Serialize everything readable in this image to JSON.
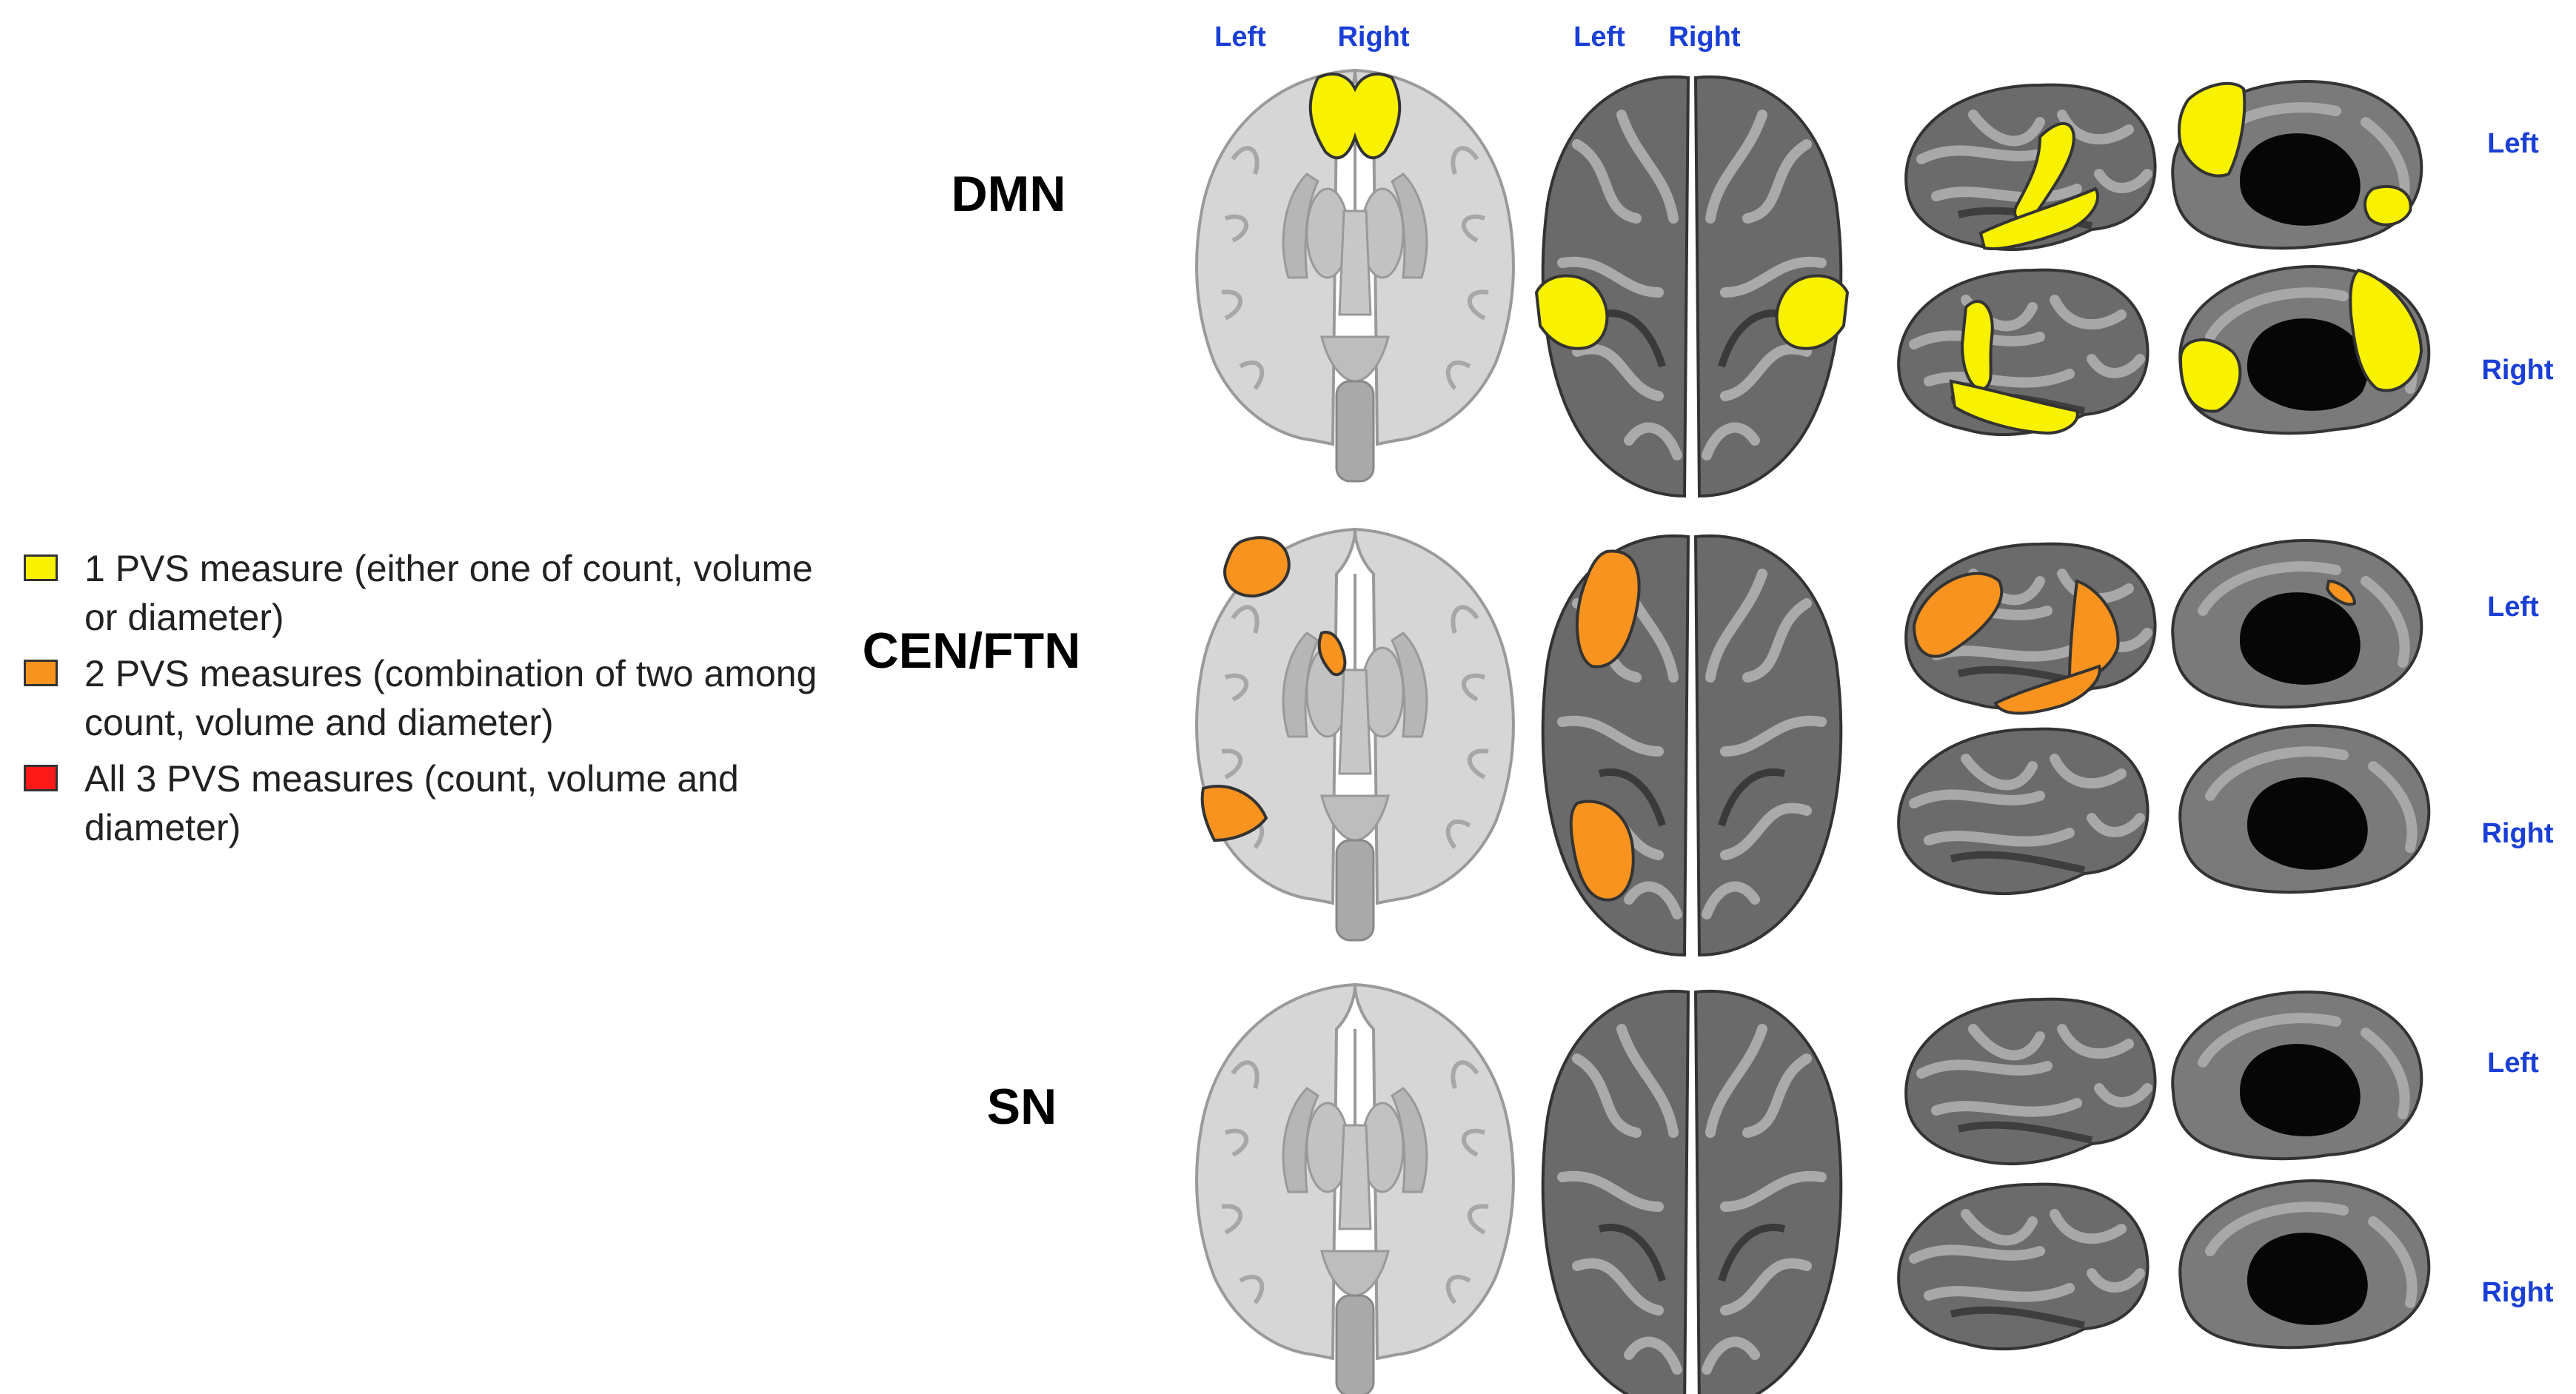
{
  "legend": [
    {
      "label": "1 PVS measure (either one of count, volume or diameter)",
      "color": "#f8f200"
    },
    {
      "label": "2 PVS measures (combination of two among count, volume and diameter)",
      "color": "#f7931e"
    },
    {
      "label": "All 3 PVS measures (count, volume and diameter)",
      "color": "#ff1a1a"
    }
  ],
  "networks": [
    {
      "label": "DMN"
    },
    {
      "label": "CEN/FTN"
    },
    {
      "label": "SN"
    }
  ],
  "axial_header": {
    "left": "Left",
    "right": "Right"
  },
  "dorsal_header": {
    "left": "Left",
    "right": "Right"
  },
  "hemisphere_labels": {
    "left": "Left",
    "right": "Right"
  },
  "colors": {
    "one_measure": "#f8f200",
    "two_measures": "#f7931e",
    "three_measures": "#ff1a1a",
    "header_text": "#1a3fd6"
  }
}
